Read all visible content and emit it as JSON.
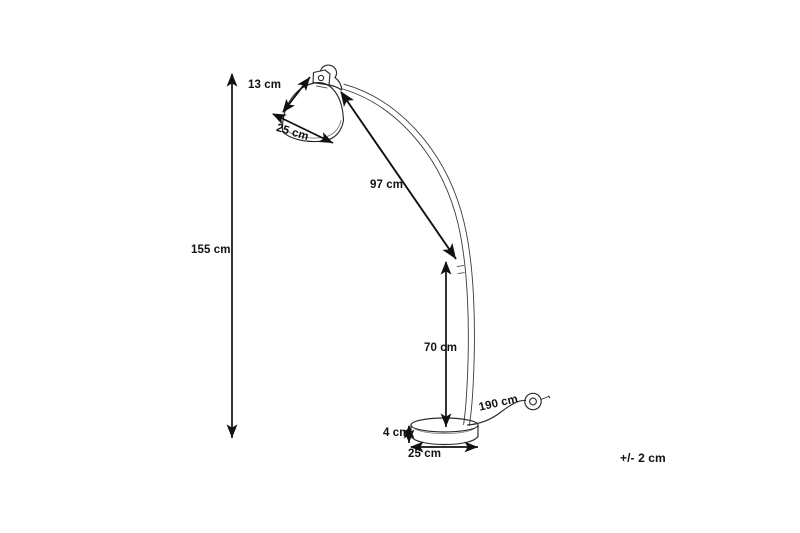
{
  "drawing": {
    "type": "technical-dimension-drawing",
    "subject": "arc floor lamp",
    "background_color": "#ffffff",
    "line_color": "#1a1a1a",
    "outline_color": "#2b2b2b",
    "units": "cm"
  },
  "dimensions": {
    "shade_height": "13 cm",
    "shade_diameter": "25 cm",
    "arc_reach": "97 cm",
    "total_height": "155 cm",
    "pole_height": "70 cm",
    "cord_length": "190 cm",
    "base_thickness": "4 cm",
    "base_diameter": "25 cm"
  },
  "notes": {
    "tolerance": "+/- 2 cm"
  },
  "parts": {
    "shade": "lamp-shade",
    "socket": "lamp-socket-joint",
    "arc": "curved-arc-pole",
    "base": "round-base",
    "cord": "power-cord",
    "plug": "power-plug"
  }
}
